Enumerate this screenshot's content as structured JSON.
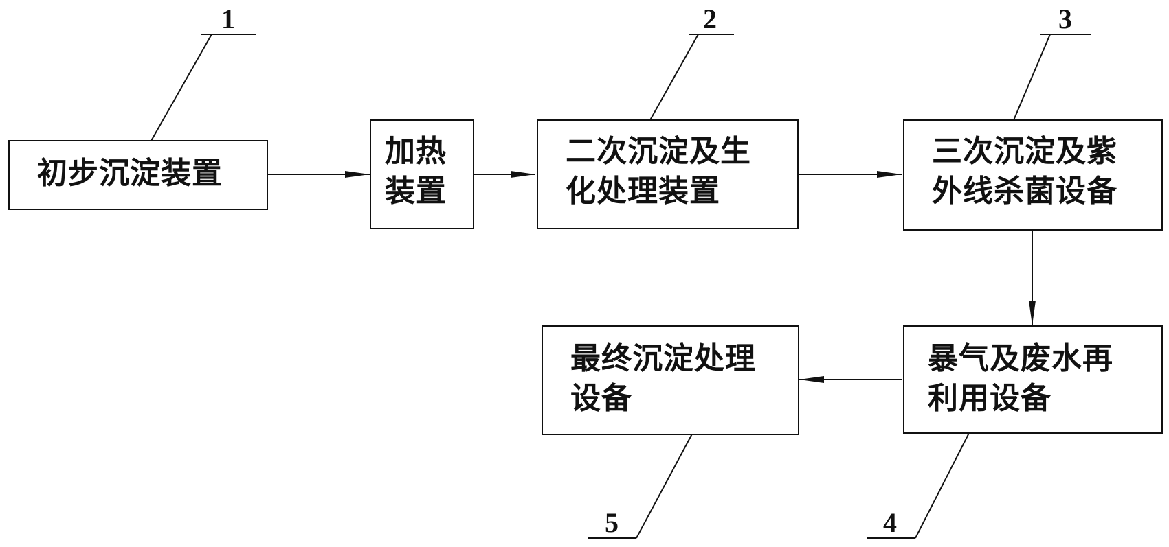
{
  "diagram": {
    "nodes": [
      {
        "id": "n1",
        "lines": [
          "初步沉淀装置"
        ]
      },
      {
        "id": "heat",
        "lines": [
          "加热",
          "装置"
        ]
      },
      {
        "id": "n2",
        "lines": [
          "二次沉淀及生",
          "化处理装置"
        ]
      },
      {
        "id": "n3",
        "lines": [
          "三次沉淀及紫",
          "外线杀菌设备"
        ]
      },
      {
        "id": "n4",
        "lines": [
          "暴气及废水再",
          "利用设备"
        ]
      },
      {
        "id": "n5",
        "lines": [
          "最终沉淀处理",
          "设备"
        ]
      }
    ],
    "callouts": [
      {
        "target": "n1",
        "label": "1"
      },
      {
        "target": "n2",
        "label": "2"
      },
      {
        "target": "n3",
        "label": "3"
      },
      {
        "target": "n4",
        "label": "4"
      },
      {
        "target": "n5",
        "label": "5"
      }
    ],
    "edges": [
      {
        "from": "n1",
        "to": "heat"
      },
      {
        "from": "heat",
        "to": "n2"
      },
      {
        "from": "n2",
        "to": "n3"
      },
      {
        "from": "n3",
        "to": "n4"
      },
      {
        "from": "n4",
        "to": "n5"
      }
    ],
    "colors": {
      "line": "#111111",
      "background": "#ffffff"
    }
  }
}
